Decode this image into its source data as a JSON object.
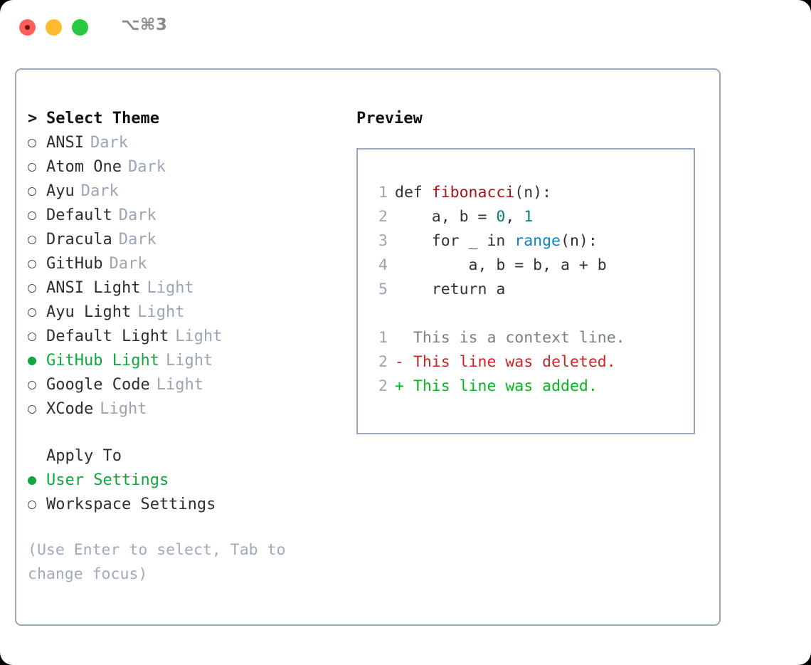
{
  "window": {
    "shortcut": "⌥⌘3",
    "traffic_lights": [
      {
        "name": "close",
        "color": "#ff5f57"
      },
      {
        "name": "minimize",
        "color": "#ffbd2e"
      },
      {
        "name": "maximize",
        "color": "#28c840"
      }
    ]
  },
  "colors": {
    "selection_green": "#11a63f",
    "muted": "#9aa5b4",
    "hint": "#a0aab8",
    "border": "#9aa7b8",
    "text": "#2e2e2e",
    "diff_add": "#06b520",
    "diff_del": "#c62828",
    "diff_context": "#777f87",
    "code_function": "#a31515",
    "code_number": "#0b7a77",
    "code_builtin": "#0f82c4"
  },
  "theme_picker": {
    "caret": ">",
    "title": "Select Theme",
    "items": [
      {
        "name": "ANSI",
        "variant": "Dark",
        "selected": false
      },
      {
        "name": "Atom One",
        "variant": "Dark",
        "selected": false
      },
      {
        "name": "Ayu",
        "variant": "Dark",
        "selected": false
      },
      {
        "name": "Default",
        "variant": "Dark",
        "selected": false
      },
      {
        "name": "Dracula",
        "variant": "Dark",
        "selected": false
      },
      {
        "name": "GitHub",
        "variant": "Dark",
        "selected": false
      },
      {
        "name": "ANSI Light",
        "variant": "Light",
        "selected": false
      },
      {
        "name": "Ayu Light",
        "variant": "Light",
        "selected": false
      },
      {
        "name": "Default Light",
        "variant": "Light",
        "selected": false
      },
      {
        "name": "GitHub Light",
        "variant": "Light",
        "selected": true
      },
      {
        "name": "Google Code",
        "variant": "Light",
        "selected": false
      },
      {
        "name": "XCode",
        "variant": "Light",
        "selected": false
      }
    ]
  },
  "apply_to": {
    "title": "Apply To",
    "options": [
      {
        "label": "User Settings",
        "selected": true
      },
      {
        "label": "Workspace Settings",
        "selected": false
      }
    ]
  },
  "hint": "(Use Enter to select, Tab to change focus)",
  "preview": {
    "title": "Preview",
    "code": [
      {
        "line_no": "1",
        "tokens": [
          {
            "text": "def ",
            "type": "plain"
          },
          {
            "text": "fibonacci",
            "type": "function"
          },
          {
            "text": "(n):",
            "type": "plain"
          }
        ]
      },
      {
        "line_no": "2",
        "tokens": [
          {
            "text": "    a, b = ",
            "type": "plain"
          },
          {
            "text": "0",
            "type": "number"
          },
          {
            "text": ", ",
            "type": "plain"
          },
          {
            "text": "1",
            "type": "number"
          }
        ]
      },
      {
        "line_no": "3",
        "tokens": [
          {
            "text": "    for _ in ",
            "type": "plain"
          },
          {
            "text": "range",
            "type": "builtin"
          },
          {
            "text": "(n):",
            "type": "plain"
          }
        ]
      },
      {
        "line_no": "4",
        "tokens": [
          {
            "text": "        a, b = b, a + b",
            "type": "plain"
          }
        ]
      },
      {
        "line_no": "5",
        "tokens": [
          {
            "text": "    return a",
            "type": "plain"
          }
        ]
      }
    ],
    "diff": [
      {
        "line_no": "1",
        "marker": " ",
        "text": "This is a context line.",
        "kind": "context"
      },
      {
        "line_no": "2",
        "marker": "-",
        "text": "This line was deleted.",
        "kind": "delete"
      },
      {
        "line_no": "2",
        "marker": "+",
        "text": "This line was added.",
        "kind": "add"
      }
    ]
  }
}
